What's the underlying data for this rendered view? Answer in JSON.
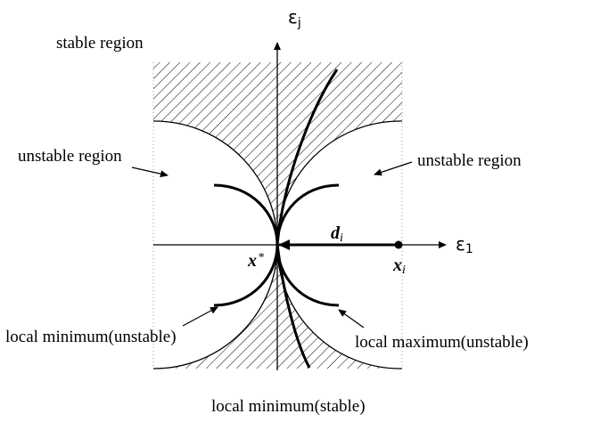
{
  "labels": {
    "stable_region": "stable region",
    "unstable_region_left": "unstable region",
    "unstable_region_right": "unstable region",
    "local_min_unstable": "local minimum(unstable)",
    "local_max_unstable": "local maximum(unstable)",
    "local_min_stable": "local minimum(stable)"
  },
  "axes": {
    "vertical_symbol": "ε",
    "vertical_sub": "j",
    "horizontal_symbol": "ε",
    "horizontal_sub": "1"
  },
  "points": {
    "x_star_symbol": "x",
    "x_star_mark": "*",
    "x_i_symbol": "x",
    "x_i_sub": "i",
    "d_i_symbol": "d",
    "d_i_sub": "i"
  },
  "colors": {
    "ink": "#000000",
    "background": "#ffffff"
  }
}
